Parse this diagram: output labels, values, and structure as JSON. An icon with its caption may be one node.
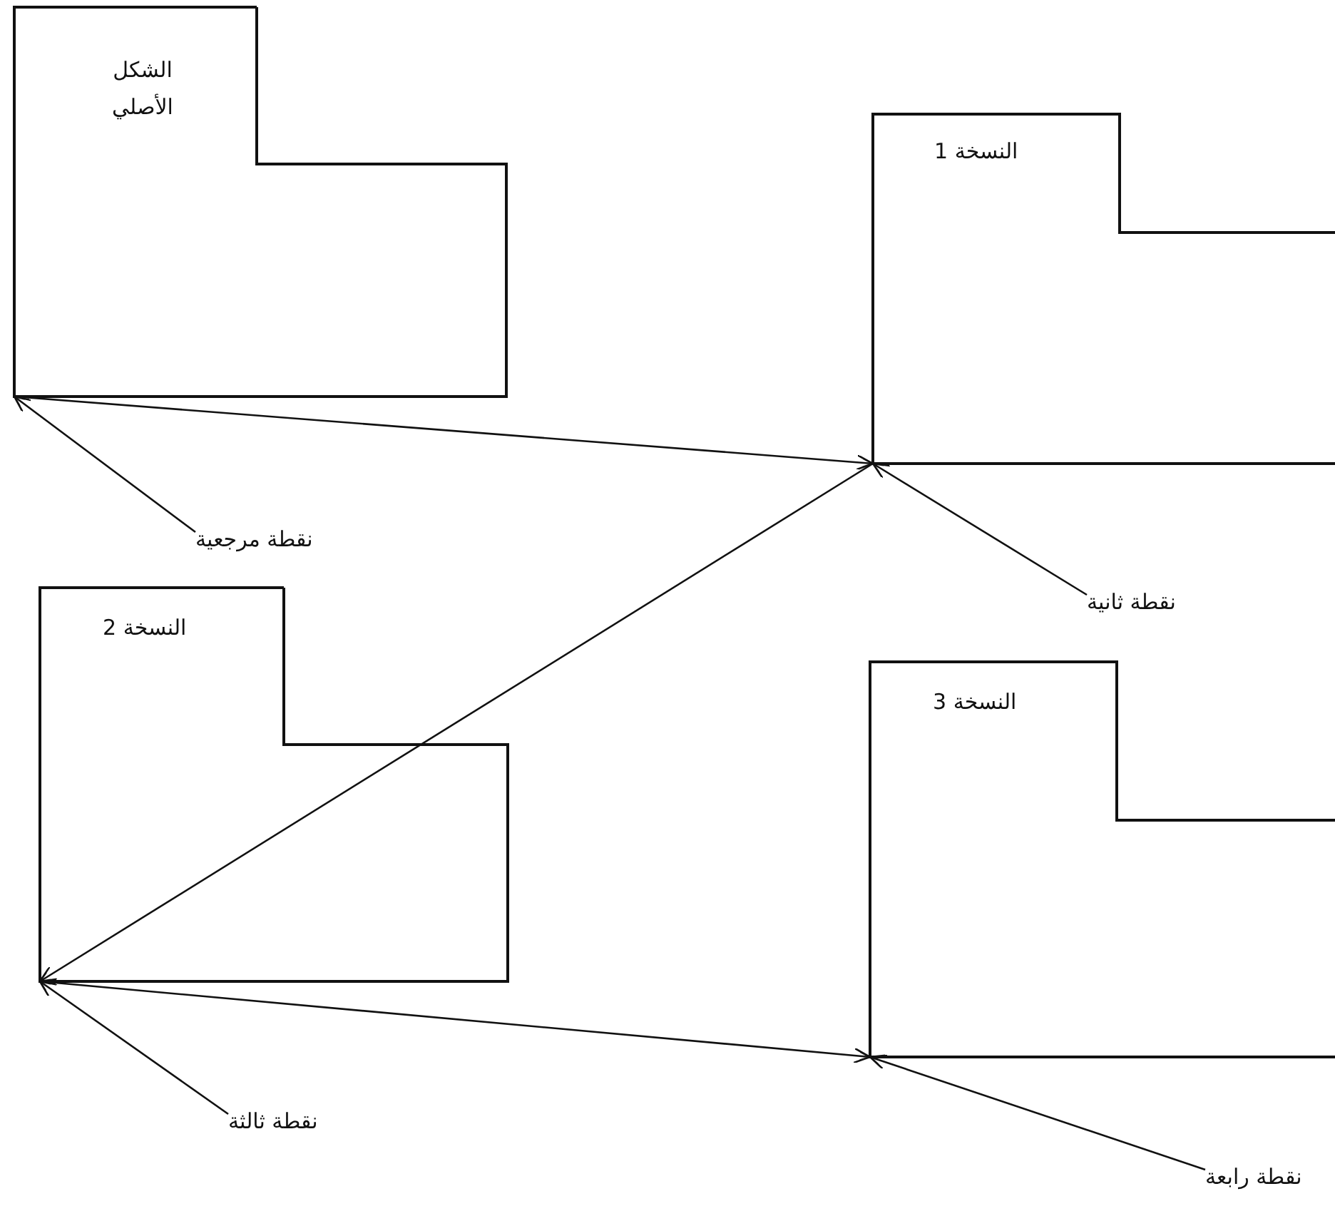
{
  "diagram": {
    "nodes": [
      {
        "text": [
          "الشكل الأصلي"
        ]
      },
      {
        "text": [
          "النسخة 1"
        ]
      },
      {
        "text": [
          "النسخة 2"
        ]
      },
      {
        "text": [
          "النسخة 3"
        ]
      },
      {
        "text": [
          "نقطة مرجعية"
        ]
      },
      {
        "text": [
          "نقطة ثانية"
        ]
      },
      {
        "text": [
          "نقطة ثالثة"
        ]
      },
      {
        "text": [
          "نقطة رابعة"
        ]
      }
    ],
    "edges": [
      {
        "from": 0,
        "to": 1,
        "arrow": "to"
      },
      {
        "from": 1,
        "to": 2,
        "arrow": "to"
      },
      {
        "from": 2,
        "to": 3,
        "arrow": "to"
      },
      {
        "from": 4,
        "to": 0,
        "arrow": "to"
      },
      {
        "from": 5,
        "to": 1,
        "arrow": "to"
      },
      {
        "from": 6,
        "to": 2,
        "arrow": "to"
      },
      {
        "from": 7,
        "to": 3,
        "arrow": "to"
      }
    ]
  }
}
